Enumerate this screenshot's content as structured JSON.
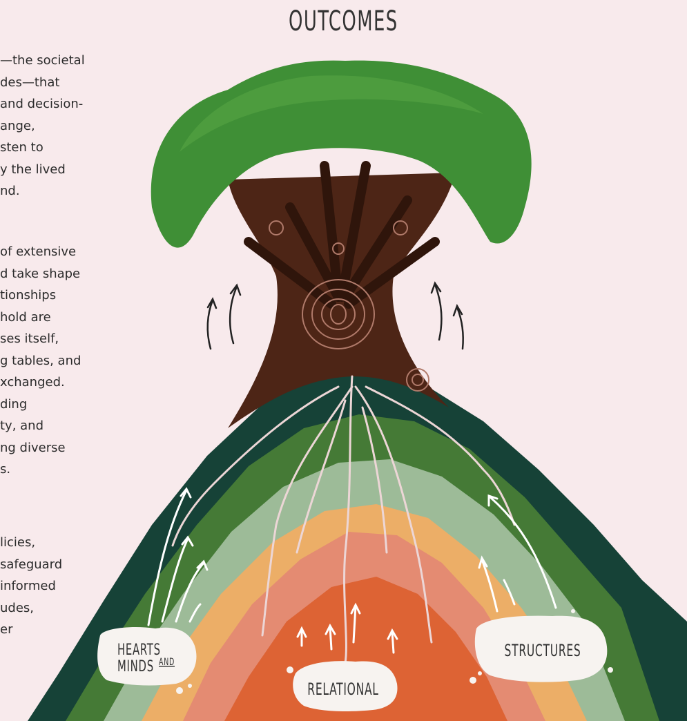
{
  "title": "OUTCOMES",
  "body_text": {
    "paragraph_1": [
      "—the societal",
      "des—that",
      "and decision-",
      "ange,",
      "sten to",
      "y the lived",
      "nd."
    ],
    "paragraph_2": [
      "of extensive",
      "d take shape",
      "tionships",
      "hold are",
      "ses itself,",
      "g tables, and",
      "xchanged.",
      "ding",
      "ty, and",
      "ng diverse",
      "s."
    ],
    "paragraph_3": [
      "licies,",
      "safeguard",
      "informed",
      "udes,",
      "er"
    ]
  },
  "labels": {
    "hearts": "HEARTS",
    "and": "AND",
    "minds": "MINDS",
    "relational": "RELATIONAL",
    "structures": "STRUCTURES"
  },
  "colors": {
    "background": "#f8eaec",
    "band_dark_green": "#164237",
    "band_green": "#457a36",
    "band_sage": "#9dbb98",
    "band_yellow_orange": "#ecae67",
    "band_salmon": "#e48b72",
    "band_orange": "#dd6334",
    "trunk": "#4d2516",
    "canopy": "#3f8f36",
    "roots": "#ecd6d6"
  }
}
